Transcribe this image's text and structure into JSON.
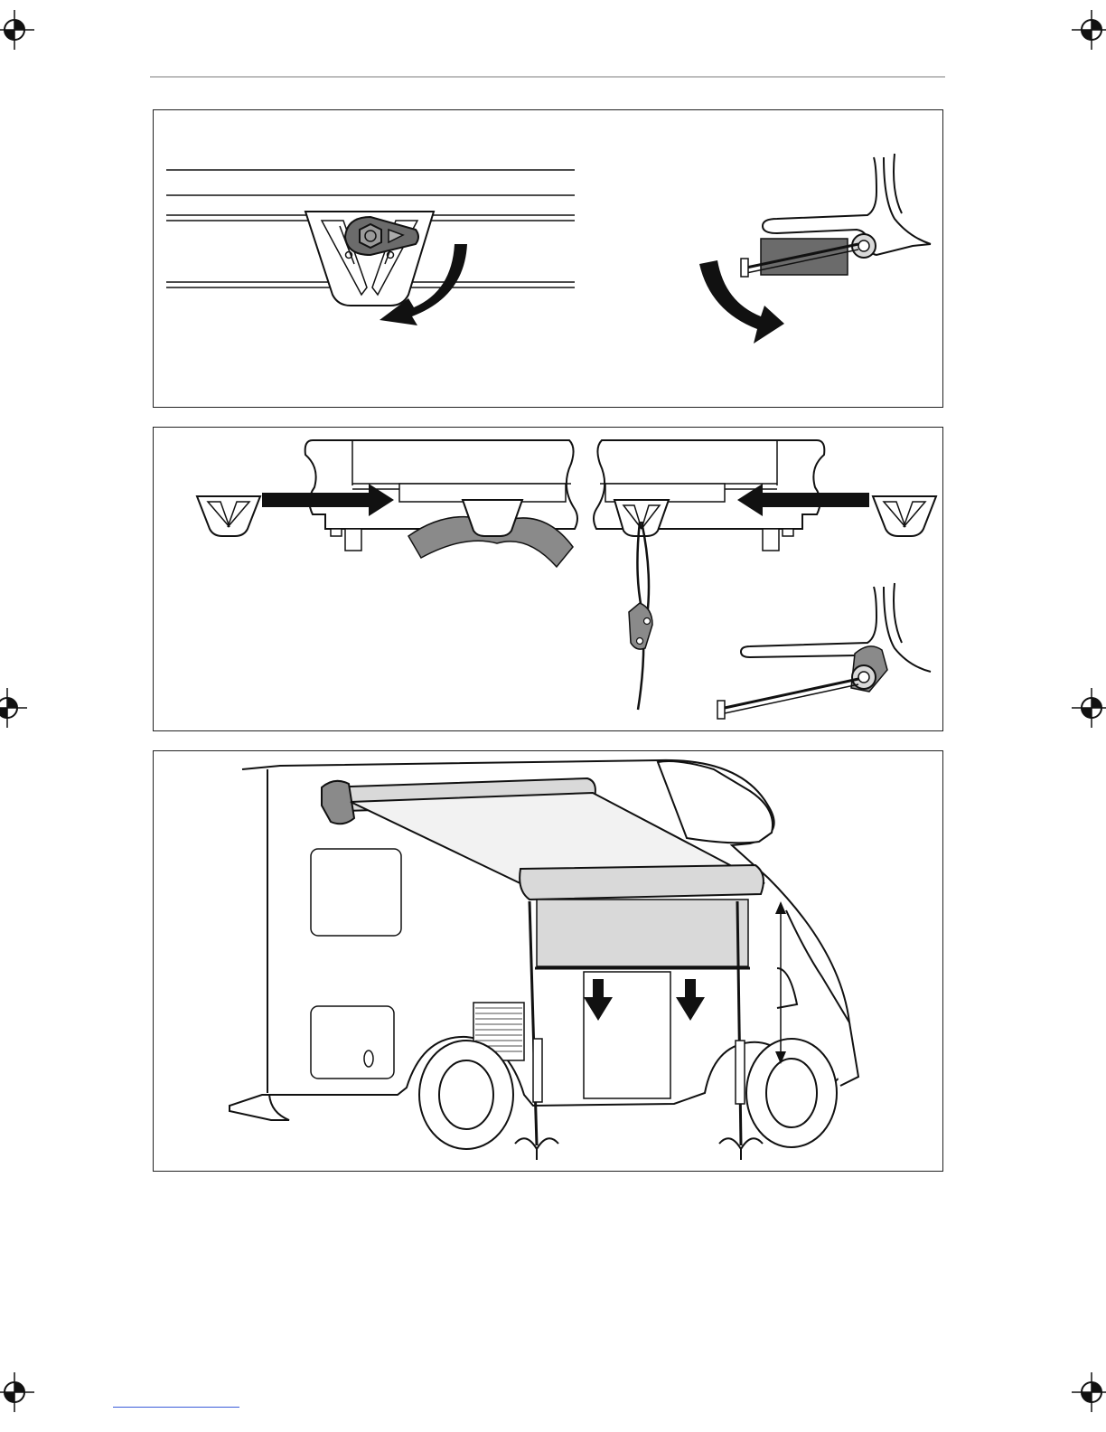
{
  "document": {
    "panels": [
      {
        "figure": "awning-crank-and-latch-release"
      },
      {
        "figure": "strap-and-cord-hook-placement"
      },
      {
        "figure": "camper-with-extended-awning-and-legs"
      }
    ]
  },
  "colors": {
    "ink": "#111111",
    "fill_dark": "#6b6b6b",
    "fill_mid": "#8a8a8a",
    "fill_light": "#d9d9d9",
    "rule": "#bdbdbd",
    "footer_link": "#3a5bd9"
  },
  "icons": [
    "registration-mark-icon",
    "curved-arrow-icon",
    "straight-arrow-icon",
    "down-arrow-icon"
  ]
}
